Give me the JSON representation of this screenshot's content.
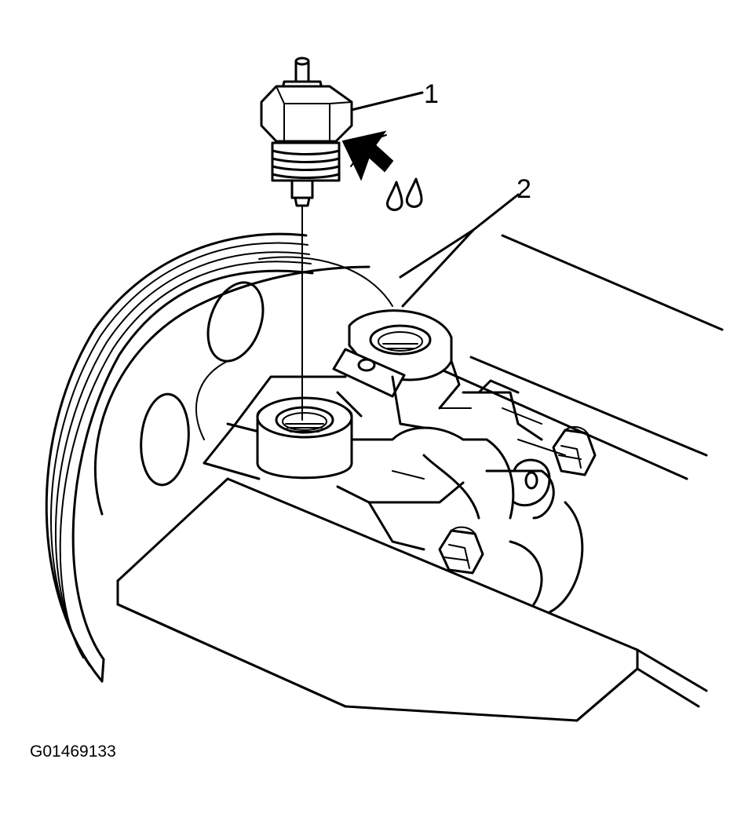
{
  "diagram": {
    "callouts": [
      {
        "id": "1",
        "label": "1",
        "target": "pressure-switch"
      },
      {
        "id": "2",
        "label": "2",
        "target": "compressor-ports"
      }
    ],
    "figure_id": "G01469133",
    "stroke_color": "#000000",
    "background_color": "#ffffff"
  }
}
